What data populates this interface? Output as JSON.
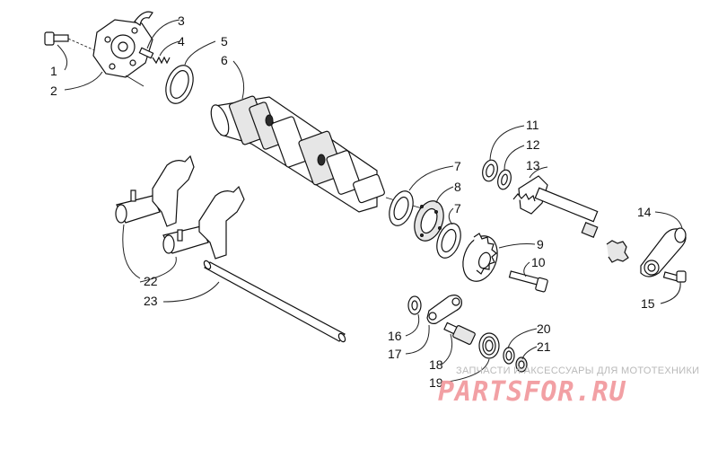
{
  "callouts": [
    "1",
    "2",
    "3",
    "4",
    "5",
    "6",
    "7",
    "8",
    "7",
    "9",
    "10",
    "11",
    "12",
    "13",
    "14",
    "15",
    "16",
    "17",
    "18",
    "19",
    "20",
    "21",
    "22",
    "23"
  ],
  "watermark": {
    "tagline": "ЗАПЧАСТИ И АКСЕССУАРЫ ДЛЯ МОТОТЕХНИКИ",
    "logo": "PARTSFOR.RU",
    "color": "#f2a0a4"
  }
}
